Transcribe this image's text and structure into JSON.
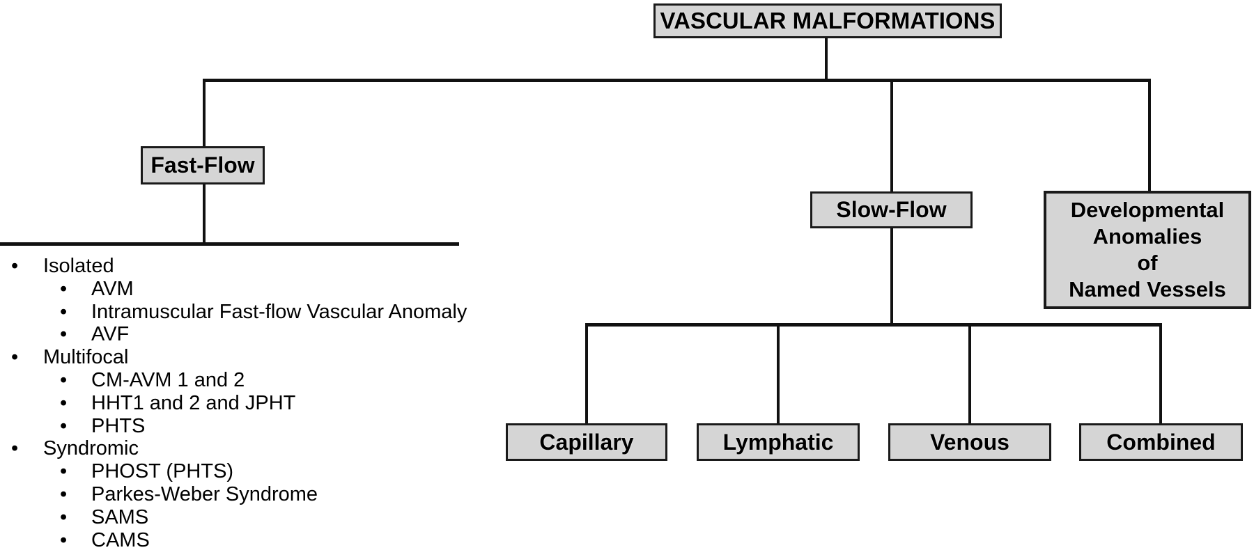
{
  "title": {
    "label": "VASCULAR MALFORMATIONS"
  },
  "nodes": {
    "fast_flow": {
      "label": "Fast-Flow"
    },
    "slow_flow": {
      "label": "Slow-Flow"
    },
    "developmental": {
      "label": "Developmental\nAnomalies\nof\nNamed Vessels"
    },
    "capillary": {
      "label": "Capillary"
    },
    "lymphatic": {
      "label": "Lymphatic"
    },
    "venous": {
      "label": "Venous"
    },
    "combined": {
      "label": "Combined"
    }
  },
  "fast_flow_list": {
    "bullet_glyph": "•",
    "items": [
      {
        "label": "Isolated",
        "level": 1
      },
      {
        "label": "AVM",
        "level": 2
      },
      {
        "label": "Intramuscular Fast-flow Vascular Anomaly",
        "level": 2
      },
      {
        "label": "AVF",
        "level": 2
      },
      {
        "label": "Multifocal",
        "level": 1
      },
      {
        "label": "CM-AVM 1 and 2",
        "level": 2
      },
      {
        "label": "HHT1 and 2 and JPHT",
        "level": 2
      },
      {
        "label": "PHTS",
        "level": 2
      },
      {
        "label": "Syndromic",
        "level": 1
      },
      {
        "label": "PHOST (PHTS)",
        "level": 2
      },
      {
        "label": "Parkes-Weber Syndrome",
        "level": 2
      },
      {
        "label": "SAMS",
        "level": 2
      },
      {
        "label": "CAMS",
        "level": 2
      }
    ]
  },
  "style": {
    "node_fill": "#d5d5d5",
    "node_border": "#1a1a1a",
    "line_color": "#111111",
    "text_color": "#000000",
    "background": "#ffffff"
  }
}
